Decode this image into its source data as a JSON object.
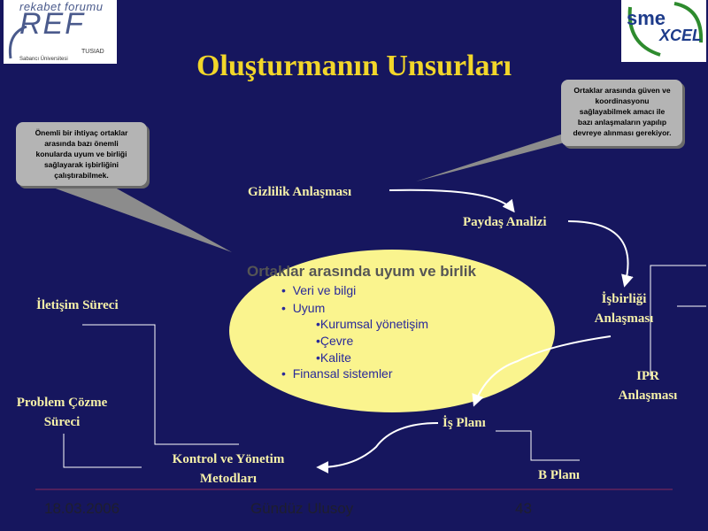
{
  "title": "Oluşturmanın Unsurları",
  "logos": {
    "ref_top": "rekabet forumu",
    "ref_big": "REF",
    "ref_tusiad": "TUSIAD",
    "ref_sabanci": "Sabancı Üniversitesi",
    "sme_top": "sme",
    "sme_bottom": "XCEL"
  },
  "callouts": {
    "left": [
      "Önemli bir ihtiyaç ortaklar",
      "arasında bazı önemli",
      "konularda uyum ve birliği",
      "sağlayarak işbirliğini",
      "çalıştırabilmek."
    ],
    "right": [
      "Ortaklar arasında güven ve",
      "koordinasyonu",
      "sağlayabilmek amacı ile",
      "bazı anlaşmaların yapılıp",
      "devreye alınması gerekiyor."
    ]
  },
  "ellipse": {
    "title": "Ortaklar arasında uyum ve birlik",
    "bullets": [
      "Veri ve bilgi",
      "Uyum"
    ],
    "sub_bullets": [
      "•Kurumsal yönetişim",
      "•Çevre",
      "•Kalite"
    ],
    "last_bullet": "Finansal sistemler",
    "bullet_marker": "•"
  },
  "nodes": {
    "gizlilik": "Gizlilik Anlaşması",
    "paydas": "Paydaş Analizi",
    "isbirligi": [
      "İşbirliği",
      "Anlaşması"
    ],
    "iletisim": "İletişim Süreci",
    "problem": [
      "Problem Çözme",
      "Süreci"
    ],
    "ipr": [
      "IPR",
      "Anlaşması"
    ],
    "isplani": "İş Planı",
    "kontrol": [
      "Kontrol ve Yönetim",
      "Metodları"
    ],
    "bplani": "B Planı"
  },
  "footer": {
    "date": "18.03.2006",
    "author": "Gündüz Ulusoy",
    "page": "43"
  },
  "colors": {
    "background": "#16165e",
    "title": "#f2d62a",
    "node_text": "#f5f0a8",
    "ellipse_fill": "#faf48e",
    "callout_fill": "#b4b4b4",
    "footer_line": "#8a2a5a"
  }
}
